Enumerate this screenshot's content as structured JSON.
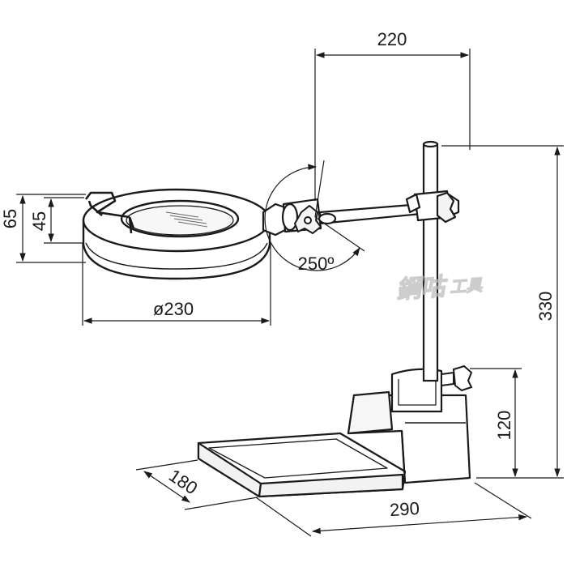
{
  "dimensions": {
    "arm_reach": "220",
    "total_height": "330",
    "lens_diameter": "ø230",
    "head_height_outer": "65",
    "head_height_inner": "45",
    "rotation_angle": "250º",
    "base_height": "120",
    "base_width": "180",
    "base_length": "290"
  },
  "watermark": {
    "text_main": "鋼咕",
    "text_sub": "工具"
  },
  "colors": {
    "line": "#1a1a1a",
    "fill": "#ffffff",
    "shade": "#e9e9e9"
  }
}
